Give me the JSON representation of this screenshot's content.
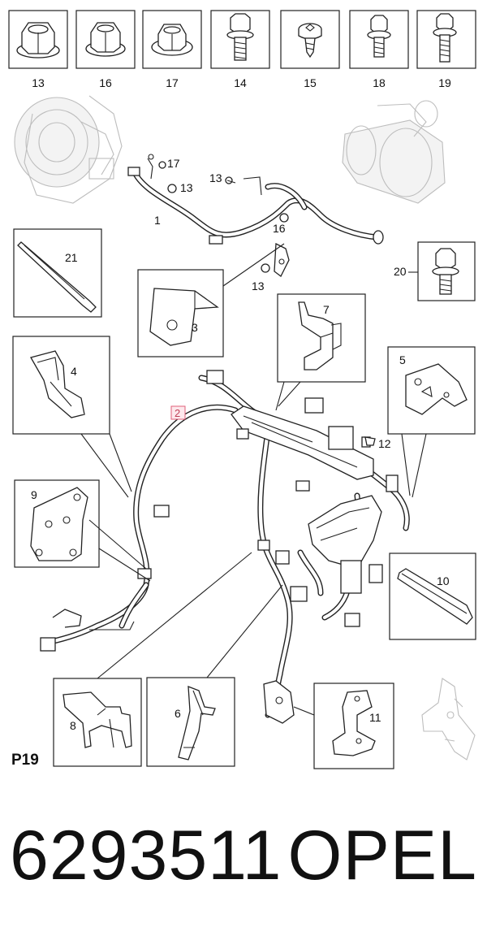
{
  "hardware_row": [
    {
      "callout": "13",
      "icon": "flange-nut-icon"
    },
    {
      "callout": "16",
      "icon": "flange-nut-icon"
    },
    {
      "callout": "17",
      "icon": "flange-nut-icon"
    },
    {
      "callout": "14",
      "icon": "flange-bolt-icon"
    },
    {
      "callout": "15",
      "icon": "torx-screw-icon"
    },
    {
      "callout": "18",
      "icon": "flange-bolt-icon"
    },
    {
      "callout": "19",
      "icon": "flange-bolt-icon"
    }
  ],
  "callouts": {
    "c1": "1",
    "c2": "2",
    "c3": "3",
    "c4": "4",
    "c5": "5",
    "c6": "6",
    "c7": "7",
    "c8": "8",
    "c9": "9",
    "c10": "10",
    "c11": "11",
    "c12": "12",
    "c13a": "13",
    "c13b": "13",
    "c13c": "13",
    "c16": "16",
    "c17": "17",
    "c20": "20",
    "c21": "21"
  },
  "page_label": "P19",
  "part_number": "6293511",
  "brand": "OPEL",
  "colors": {
    "line": "#222222",
    "ghost": "#bdbdbd",
    "highlight": "#e0607a"
  }
}
